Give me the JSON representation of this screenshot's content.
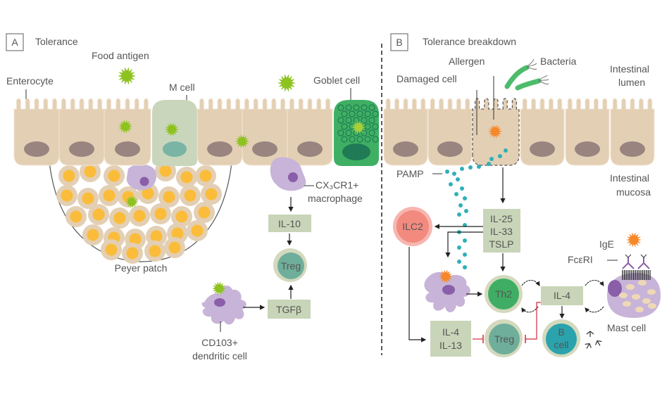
{
  "colors": {
    "enterocyte": "#e3cfb4",
    "nucleus": "#9a8480",
    "mcell": "#c9d6bc",
    "mcell_nucleus": "#79b4a4",
    "goblet": "#3fb063",
    "goblet_nucleus": "#1f7a55",
    "antigen_green": "#8dc21f",
    "antigen_orange": "#f5882a",
    "lymph_outer": "#e3cfb4",
    "lymph_inner": "#fbbc3a",
    "macrophage": "#c7b4d8",
    "macrophage_nucleus": "#8a5ea8",
    "cytokine_box": "#c8d5b8",
    "treg": "#6fae9a",
    "treg_ring": "#d4d9bd",
    "th2": "#3fae64",
    "bcell": "#2aa3ad",
    "ilc2": "#f28a80",
    "ilc2_ring": "#f7b6b0",
    "pamp": "#2fb0b8",
    "bacteria": "#4cbc6c",
    "inhibit": "#d2283c"
  },
  "panel_a": {
    "letter": "A",
    "title": "Tolerance",
    "labels": {
      "food_antigen": "Food antigen",
      "enterocyte": "Enterocyte",
      "m_cell": "M cell",
      "goblet_cell": "Goblet cell",
      "macrophage_line1": "CX₃CR1+",
      "macrophage_line2": "macrophage",
      "peyer_patch": "Peyer patch",
      "dc_line1": "CD103+",
      "dc_line2": "dendritic cell"
    },
    "boxes": {
      "il10": "IL-10",
      "tgfb": "TGFβ"
    },
    "cells": {
      "treg": "Treg"
    }
  },
  "panel_b": {
    "letter": "B",
    "title": "Tolerance breakdown",
    "labels": {
      "allergen": "Allergen",
      "bacteria": "Bacteria",
      "damaged_cell": "Damaged cell",
      "lumen_line1": "Intestinal",
      "lumen_line2": "lumen",
      "mucosa_line1": "Intestinal",
      "mucosa_line2": "mucosa",
      "pamp": "PAMP",
      "ige": "IgE",
      "fceri": "FcεRI",
      "mast_cell": "Mast cell"
    },
    "boxes": {
      "alarmins": [
        "IL-25",
        "IL-33",
        "TSLP"
      ],
      "il4": "IL-4",
      "il4_il13": [
        "IL-4",
        "IL-13"
      ]
    },
    "cells": {
      "ilc2": "ILC2",
      "th2": "Th2",
      "treg": "Treg",
      "bcell": [
        "B",
        "cell"
      ]
    }
  }
}
